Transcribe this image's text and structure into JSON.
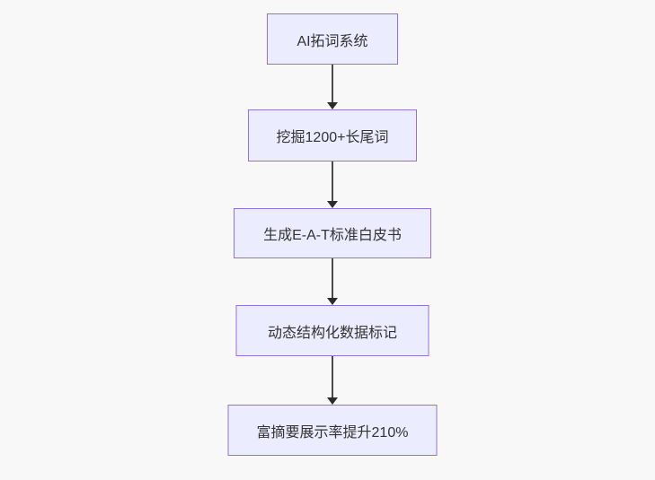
{
  "diagram": {
    "type": "flowchart",
    "direction": "top-down",
    "nodes": [
      {
        "id": "A",
        "label": "AI拓词系统"
      },
      {
        "id": "B",
        "label": "挖掘1200+长尾词"
      },
      {
        "id": "C",
        "label": "生成E-A-T标准白皮书"
      },
      {
        "id": "D",
        "label": "动态结构化数据标记"
      },
      {
        "id": "E",
        "label": "富摘要展示率提升210%"
      }
    ],
    "edges": [
      {
        "from": "A",
        "to": "B"
      },
      {
        "from": "B",
        "to": "C"
      },
      {
        "from": "C",
        "to": "D"
      },
      {
        "from": "D",
        "to": "E"
      }
    ],
    "colors": {
      "node_fill": "#ECECFF",
      "node_border": "#9370DB",
      "edge": "#333333",
      "text": "#333333",
      "canvas_background": "#f8f8f8"
    }
  }
}
